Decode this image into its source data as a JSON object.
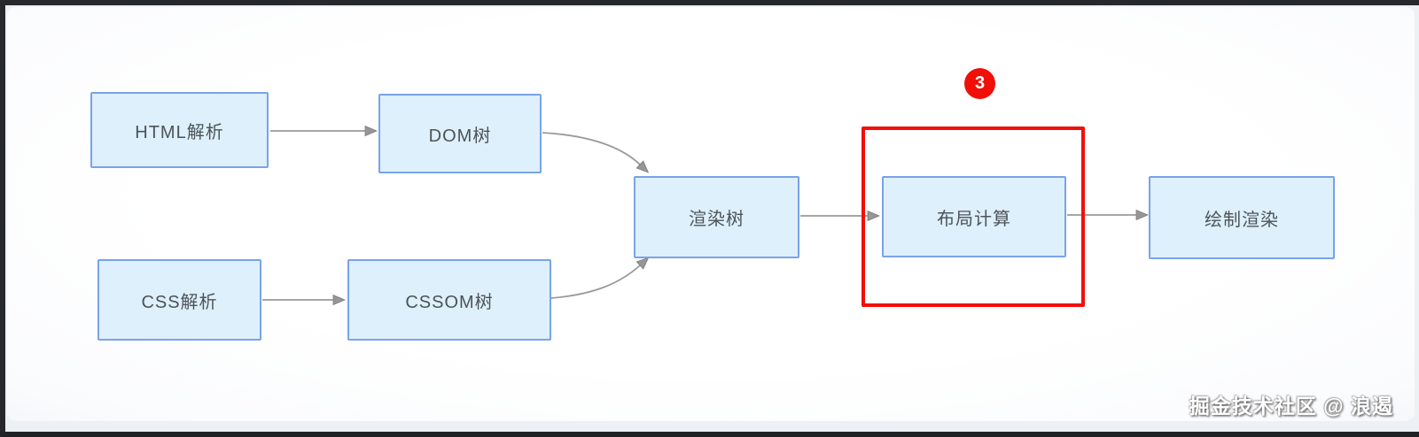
{
  "diagram": {
    "title_hint": "browser-rendering-pipeline",
    "nodes": [
      {
        "id": "html-parse",
        "label": "HTML解析"
      },
      {
        "id": "dom-tree",
        "label": "DOM树"
      },
      {
        "id": "css-parse",
        "label": "CSS解析"
      },
      {
        "id": "cssom-tree",
        "label": "CSSOM树"
      },
      {
        "id": "render-tree",
        "label": "渲染树"
      },
      {
        "id": "layout-calc",
        "label": "布局计算"
      },
      {
        "id": "paint-render",
        "label": "绘制渲染"
      }
    ],
    "edges": [
      {
        "from": "HTML解析",
        "to": "DOM树"
      },
      {
        "from": "CSS解析",
        "to": "CSSOM树"
      },
      {
        "from": "DOM树",
        "to": "渲染树"
      },
      {
        "from": "CSSOM树",
        "to": "渲染树"
      },
      {
        "from": "渲染树",
        "to": "布局计算"
      },
      {
        "from": "布局计算",
        "to": "绘制渲染"
      }
    ],
    "highlight": {
      "target": "布局计算",
      "badge": "3"
    }
  },
  "watermark": {
    "text": "掘金技术社区 @ 浪遏"
  },
  "colors": {
    "node_fill": "#def0fb",
    "node_border": "#7aa2e9",
    "node_text": "#4d5358",
    "arrow": "#9a9a9a",
    "highlight_red": "#f11008",
    "badge_text": "#ffffff",
    "frame_dark": "#27282c",
    "page_bg": "#edf0f5",
    "canvas_bg": "#fdfdfe"
  }
}
